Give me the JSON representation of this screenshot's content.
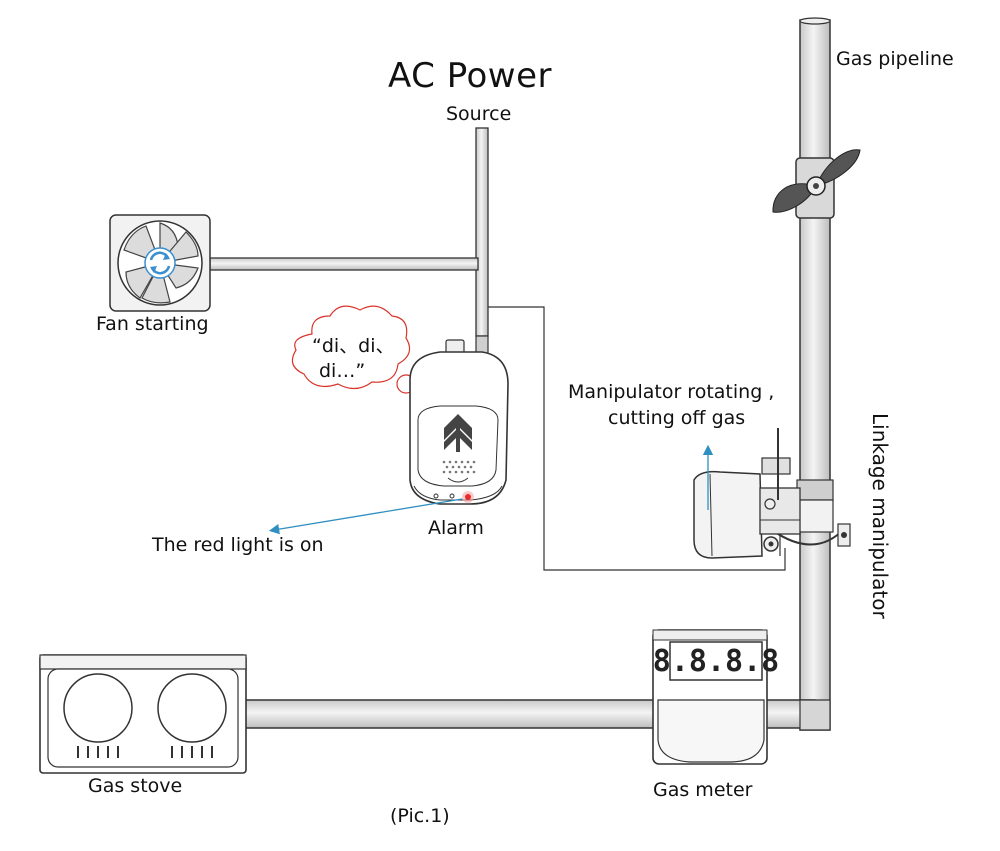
{
  "labels": {
    "title": "AC Power",
    "source": "Source",
    "gas_pipeline": "Gas pipeline",
    "fan": "Fan starting",
    "speech": [
      "“di、di、",
      "di…”"
    ],
    "manipulator_note": [
      "Manipulator rotating ,",
      "cutting off gas"
    ],
    "linkage": "Linkage manipulator",
    "alarm": "Alarm",
    "red_light": "The red light is on",
    "gas_stove": "Gas stove",
    "gas_meter": "Gas meter",
    "caption": "(Pic.1)"
  },
  "meter_display": "8.8.8.8",
  "colors": {
    "pipe_fill": "#e6e6e6",
    "pipe_stroke": "#333333",
    "wire": "#333333",
    "speech_outline": "#d9342b",
    "pointer": "#2e8fc0",
    "fan_icon": "#3a8fd0",
    "alarm_light": "#e52b2b"
  }
}
